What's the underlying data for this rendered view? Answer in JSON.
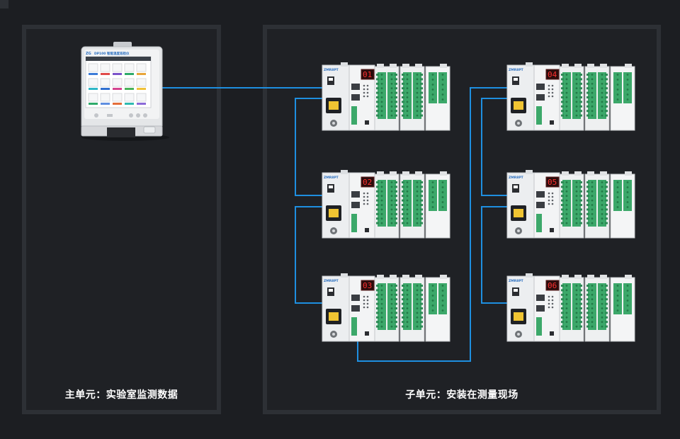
{
  "captions": {
    "main": "主单元：实验室监测数据",
    "sub": "子单元：安装在测量现场"
  },
  "main_unit": {
    "brand_mark": "ZG",
    "model_title": "DP100 智能温度巡检仪"
  },
  "sub_units": [
    {
      "id": "01",
      "badge": "ZMR8PT"
    },
    {
      "id": "02",
      "badge": "ZMR8PT"
    },
    {
      "id": "03",
      "badge": "ZMR8PT"
    },
    {
      "id": "04",
      "badge": "ZMR8PT"
    },
    {
      "id": "05",
      "badge": "ZMR8PT"
    },
    {
      "id": "06",
      "badge": "ZMR8PT"
    }
  ],
  "colors": {
    "wire": "#1e8fe0",
    "panel_border": "#2d3035",
    "background": "#1c1e22",
    "terminal_green": "#3ca86a",
    "display_red": "#ff3030"
  }
}
